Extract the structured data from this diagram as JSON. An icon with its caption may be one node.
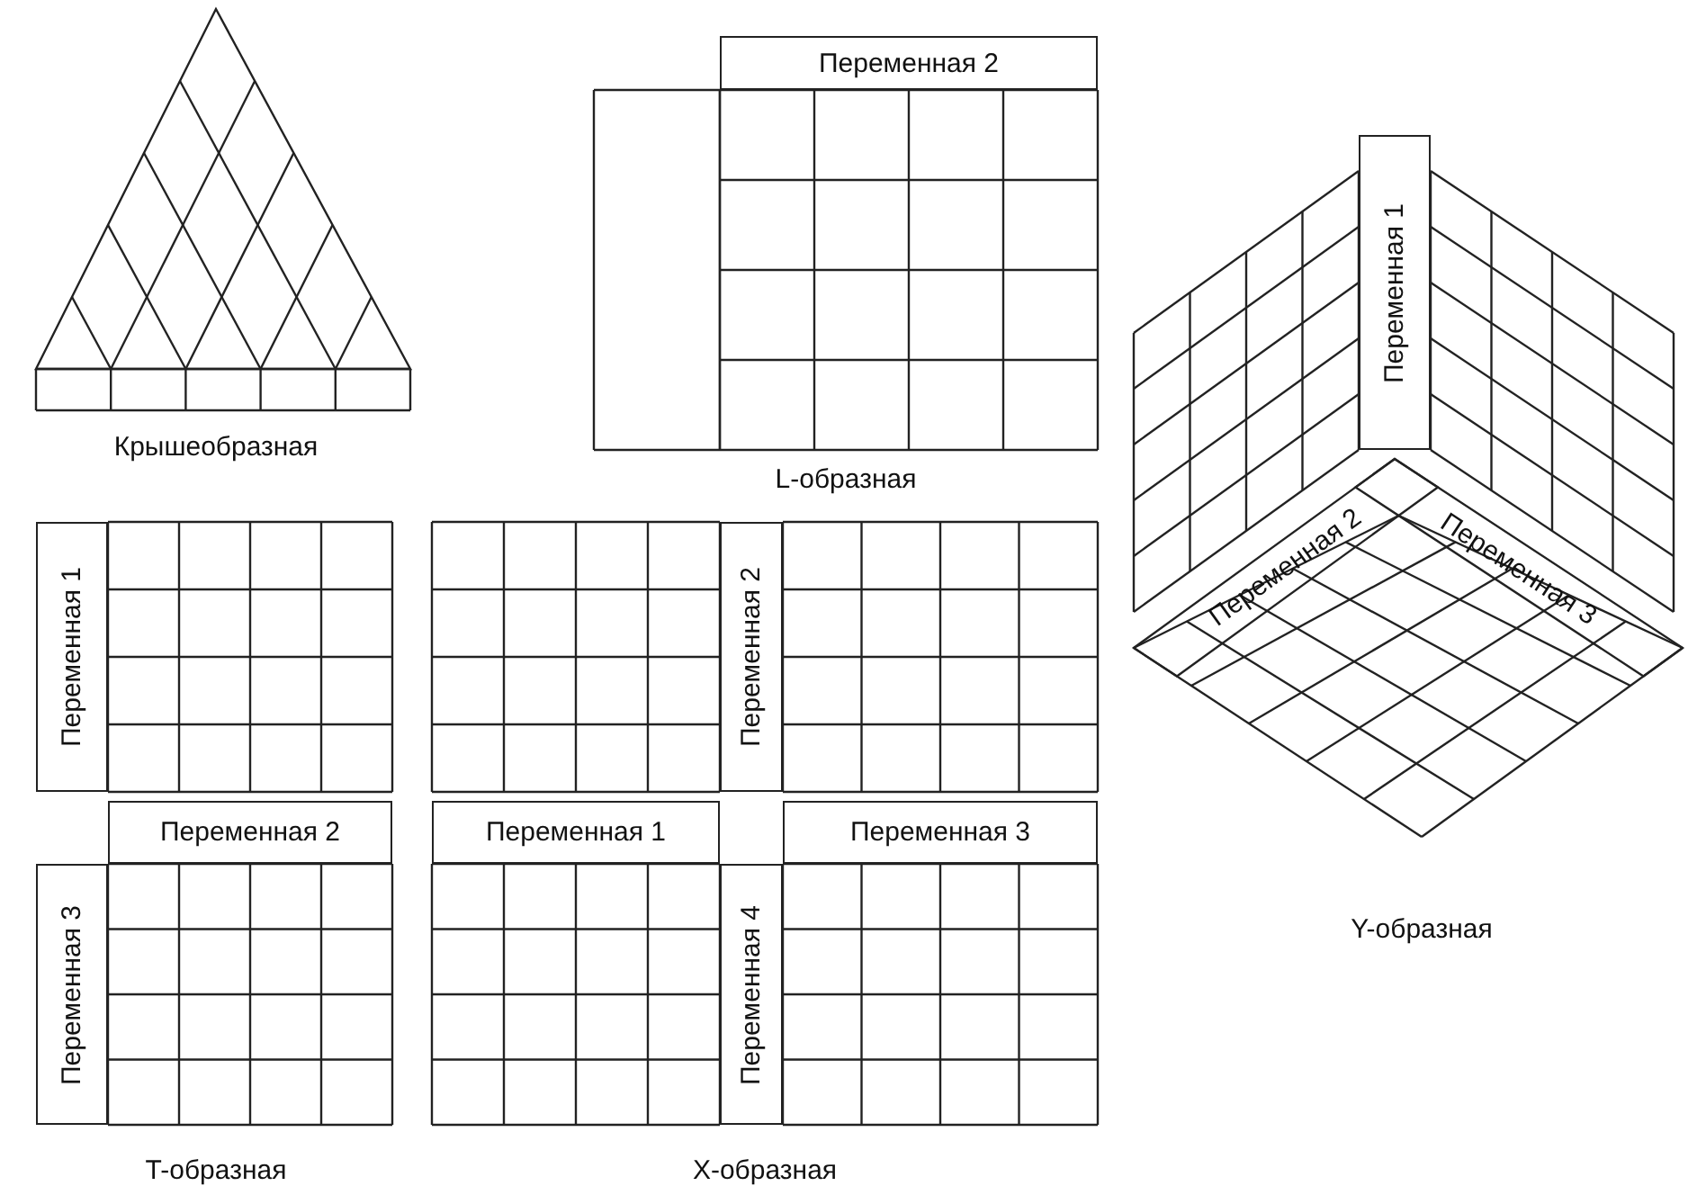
{
  "diagram": {
    "nodes": [
      {
        "text": [
          "Переменная 2"
        ]
      },
      {
        "text": [
          "Переменная 1"
        ]
      },
      {
        "text": [
          "Переменная 2"
        ]
      },
      {
        "text": [
          "Переменная 3"
        ]
      },
      {
        "text": [
          "Переменная 1"
        ]
      },
      {
        "text": [
          "Переменная 2"
        ]
      },
      {
        "text": [
          "Переменная 2"
        ]
      },
      {
        "text": [
          "Переменная 1"
        ]
      },
      {
        "text": [
          "Переменная 3"
        ]
      },
      {
        "text": [
          "Переменная 3"
        ]
      },
      {
        "text": [
          "Переменная 4"
        ]
      }
    ],
    "labels": [
      "Крышеобразная",
      "L-образная",
      "Y-образная",
      "T-образная",
      "X-образная"
    ]
  }
}
